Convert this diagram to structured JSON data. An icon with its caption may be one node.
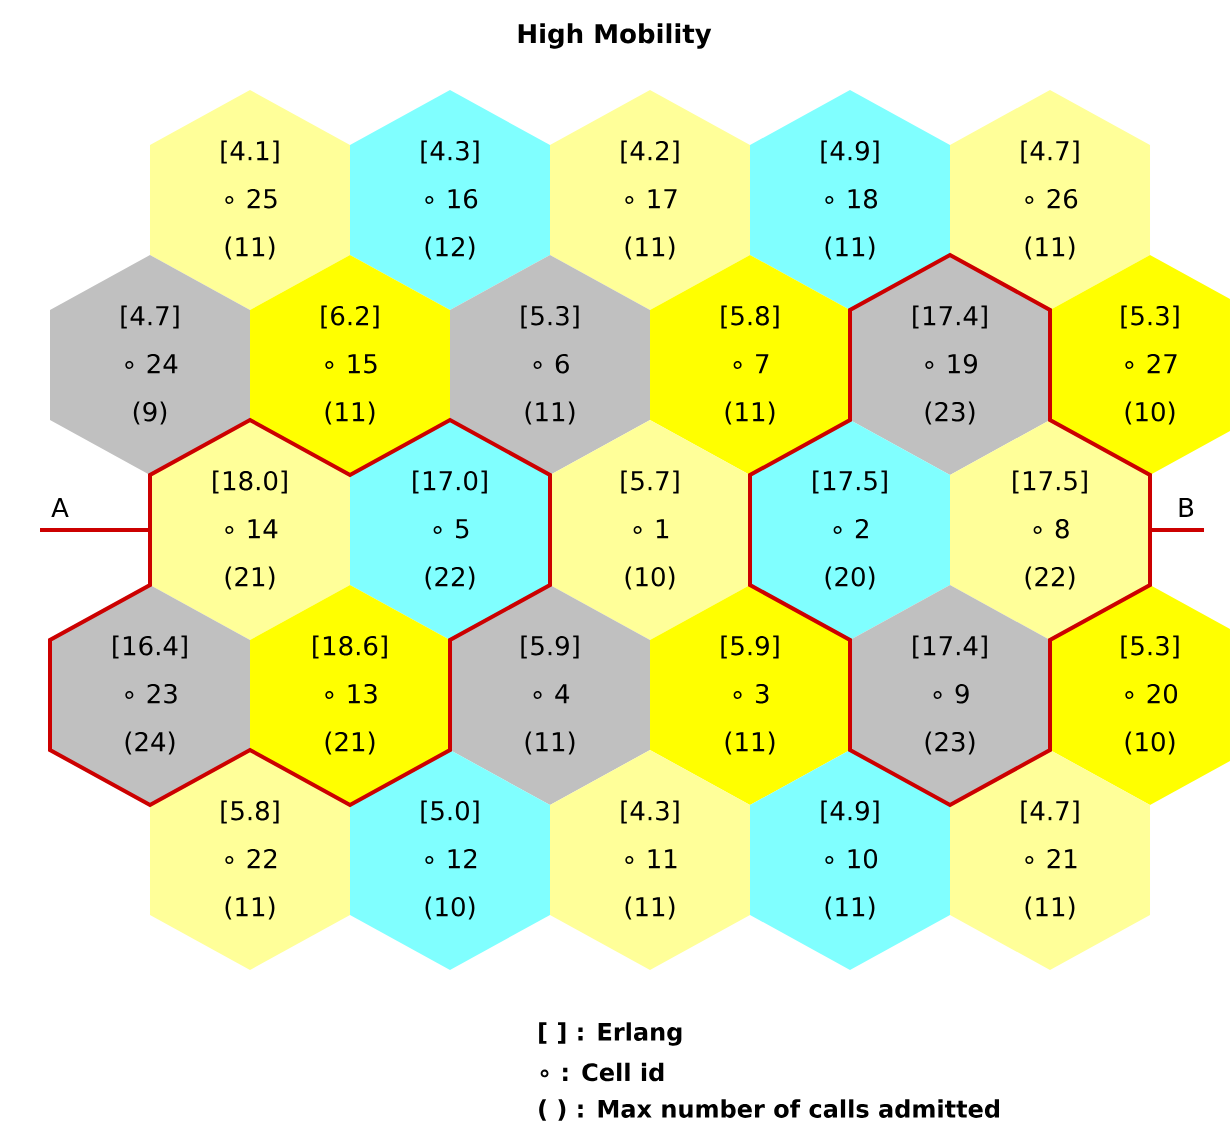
{
  "diagram": {
    "title": "High Mobility",
    "nodes": [
      {
        "text": [
          "[4.1]",
          "∘ 25",
          "(11)"
        ]
      },
      {
        "text": [
          "[4.3]",
          "∘ 16",
          "(12)"
        ]
      },
      {
        "text": [
          "[4.2]",
          "∘ 17",
          "(11)"
        ]
      },
      {
        "text": [
          "[4.9]",
          "∘ 18",
          "(11)"
        ]
      },
      {
        "text": [
          "[4.7]",
          "∘ 26",
          "(11)"
        ]
      },
      {
        "text": [
          "[4.7]",
          "∘ 24",
          "(9)"
        ]
      },
      {
        "text": [
          "[6.2]",
          "∘ 15",
          "(11)"
        ]
      },
      {
        "text": [
          "[5.3]",
          "∘ 6",
          "(11)"
        ]
      },
      {
        "text": [
          "[5.8]",
          "∘ 7",
          "(11)"
        ]
      },
      {
        "text": [
          "[17.4]",
          "∘ 19",
          "(23)"
        ]
      },
      {
        "text": [
          "[5.3]",
          "∘ 27",
          "(10)"
        ]
      },
      {
        "text": [
          "[18.0]",
          "∘ 14",
          "(21)"
        ]
      },
      {
        "text": [
          "[17.0]",
          "∘ 5",
          "(22)"
        ]
      },
      {
        "text": [
          "[5.7]",
          "∘ 1",
          "(10)"
        ]
      },
      {
        "text": [
          "[17.5]",
          "∘ 2",
          "(20)"
        ]
      },
      {
        "text": [
          "[17.5]",
          "∘ 8",
          "(22)"
        ]
      },
      {
        "text": [
          "[16.4]",
          "∘ 23",
          "(24)"
        ]
      },
      {
        "text": [
          "[18.6]",
          "∘ 13",
          "(21)"
        ]
      },
      {
        "text": [
          "[5.9]",
          "∘ 4",
          "(11)"
        ]
      },
      {
        "text": [
          "[5.9]",
          "∘ 3",
          "(11)"
        ]
      },
      {
        "text": [
          "[17.4]",
          "∘ 9",
          "(23)"
        ]
      },
      {
        "text": [
          "[5.3]",
          "∘ 20",
          "(10)"
        ]
      },
      {
        "text": [
          "[5.8]",
          "∘ 22",
          "(11)"
        ]
      },
      {
        "text": [
          "[5.0]",
          "∘ 12",
          "(10)"
        ]
      },
      {
        "text": [
          "[4.3]",
          "∘ 11",
          "(11)"
        ]
      },
      {
        "text": [
          "[4.9]",
          "∘ 10",
          "(11)"
        ]
      },
      {
        "text": [
          "[4.7]",
          "∘ 21",
          "(11)"
        ]
      }
    ],
    "labels": [
      "A",
      "B",
      "[ ] : Erlang",
      "∘ : Cell id",
      "( ) : Max number of calls admitted"
    ]
  }
}
